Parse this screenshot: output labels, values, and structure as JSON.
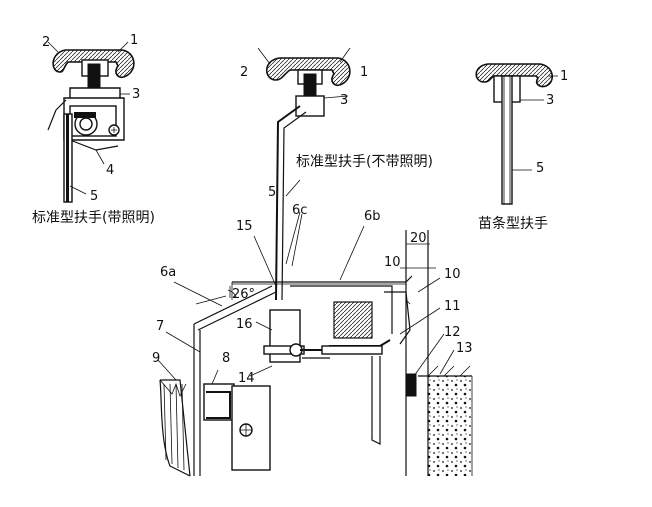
{
  "captions": {
    "left": "标准型扶手(带照明)",
    "middle": "标准型扶手(不带照明)",
    "right": "苗条型扶手"
  },
  "labels": {
    "left": [
      "1",
      "2",
      "3",
      "4",
      "5"
    ],
    "middle": [
      "1",
      "2",
      "3",
      "5",
      "6c",
      "6b",
      "15",
      "6a",
      "26°",
      "16",
      "14",
      "7",
      "8",
      "9"
    ],
    "right": [
      "1",
      "3",
      "5"
    ],
    "dims": [
      "20",
      "10"
    ],
    "right_parts": [
      "10",
      "11",
      "12",
      "13"
    ]
  }
}
